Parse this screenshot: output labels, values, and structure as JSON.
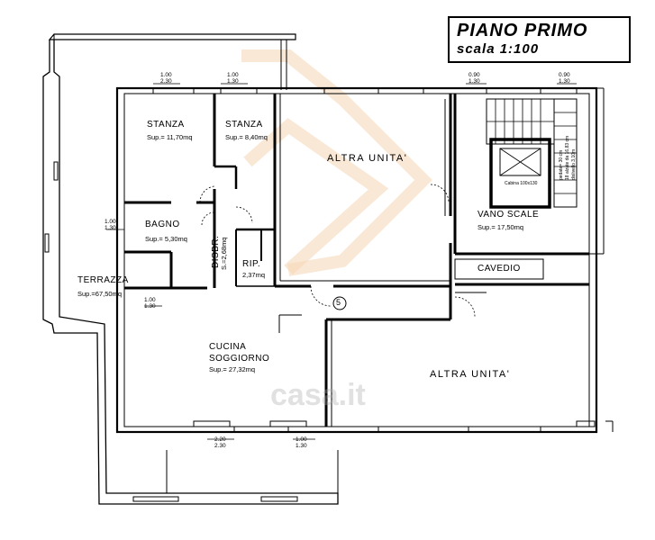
{
  "title": {
    "main": "PIANO PRIMO",
    "scale": "scala 1:100"
  },
  "rooms": {
    "stanza1": {
      "name": "STANZA",
      "area": "Sup.= 11,70mq"
    },
    "stanza2": {
      "name": "STANZA",
      "area": "Sup.= 8,40mq"
    },
    "bagno": {
      "name": "BAGNO",
      "area": "Sup.= 5,30mq"
    },
    "disbr": {
      "name": "DISBR.",
      "area": "S.=2,68mq"
    },
    "rip": {
      "name": "RIP.",
      "area": "2,37mq"
    },
    "terrazza": {
      "name": "TERRAZZA",
      "area": "Sup.=67,50mq"
    },
    "cucina": {
      "name1": "CUCINA",
      "name2": "SOGGIORNO",
      "area": "Sup.= 27,32mq"
    },
    "altra1": {
      "name": "ALTRA UNITA'"
    },
    "altra2": {
      "name": "ALTRA UNITA'"
    },
    "vano": {
      "name": "VANO SCALE",
      "area": "Sup.= 17,50mq"
    },
    "cavedio": {
      "name": "CAVEDIO"
    }
  },
  "marker": "5",
  "lift_label": "Cabina 100x130",
  "stair_notes": [
    "pedate= 30 cm",
    "18 alzate da 16,83 cm",
    "dislivello 3,10m"
  ],
  "dims": {
    "d1": [
      "1.00",
      "2.30"
    ],
    "d2": [
      "1.00",
      "1.30"
    ],
    "d3": [
      "0.90",
      "1.30"
    ],
    "d4": [
      "0.90",
      "1.30"
    ],
    "d5": [
      "1.00",
      "1.30"
    ],
    "d6": [
      "1.00",
      "1.30"
    ],
    "d7": [
      "2.20",
      "2.30"
    ],
    "d8": [
      "1.00",
      "1.30"
    ]
  },
  "watermark": "casa.it",
  "colors": {
    "line": "#000000",
    "logo": "#f3c89a"
  }
}
